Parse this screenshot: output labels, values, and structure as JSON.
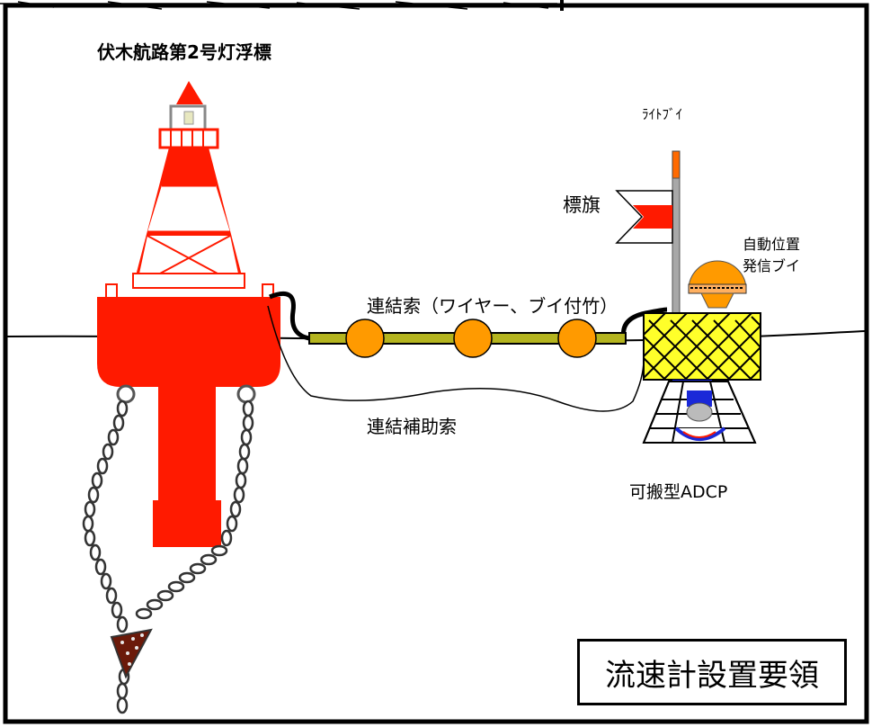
{
  "title": "伏木航路第2号灯浮標",
  "labels": {
    "light_buoy": "ﾗｲﾄﾌﾞｲ",
    "flag": "標旗",
    "gps_buoy_line1": "自動位置",
    "gps_buoy_line2": "発信ブイ",
    "connecting_rope": "連結索（ワイヤー、ブイ付竹）",
    "auxiliary_rope": "連結補助索",
    "adcp": "可搬型ADCP"
  },
  "procedure_box": "流速計設置要領",
  "colors": {
    "buoy_red": "#ff1a00",
    "float_orange": "#ff9a00",
    "bamboo_olive": "#b4b41e",
    "adcp_yellow": "#ffff2a",
    "anchor_brown": "#6b1a0a"
  }
}
